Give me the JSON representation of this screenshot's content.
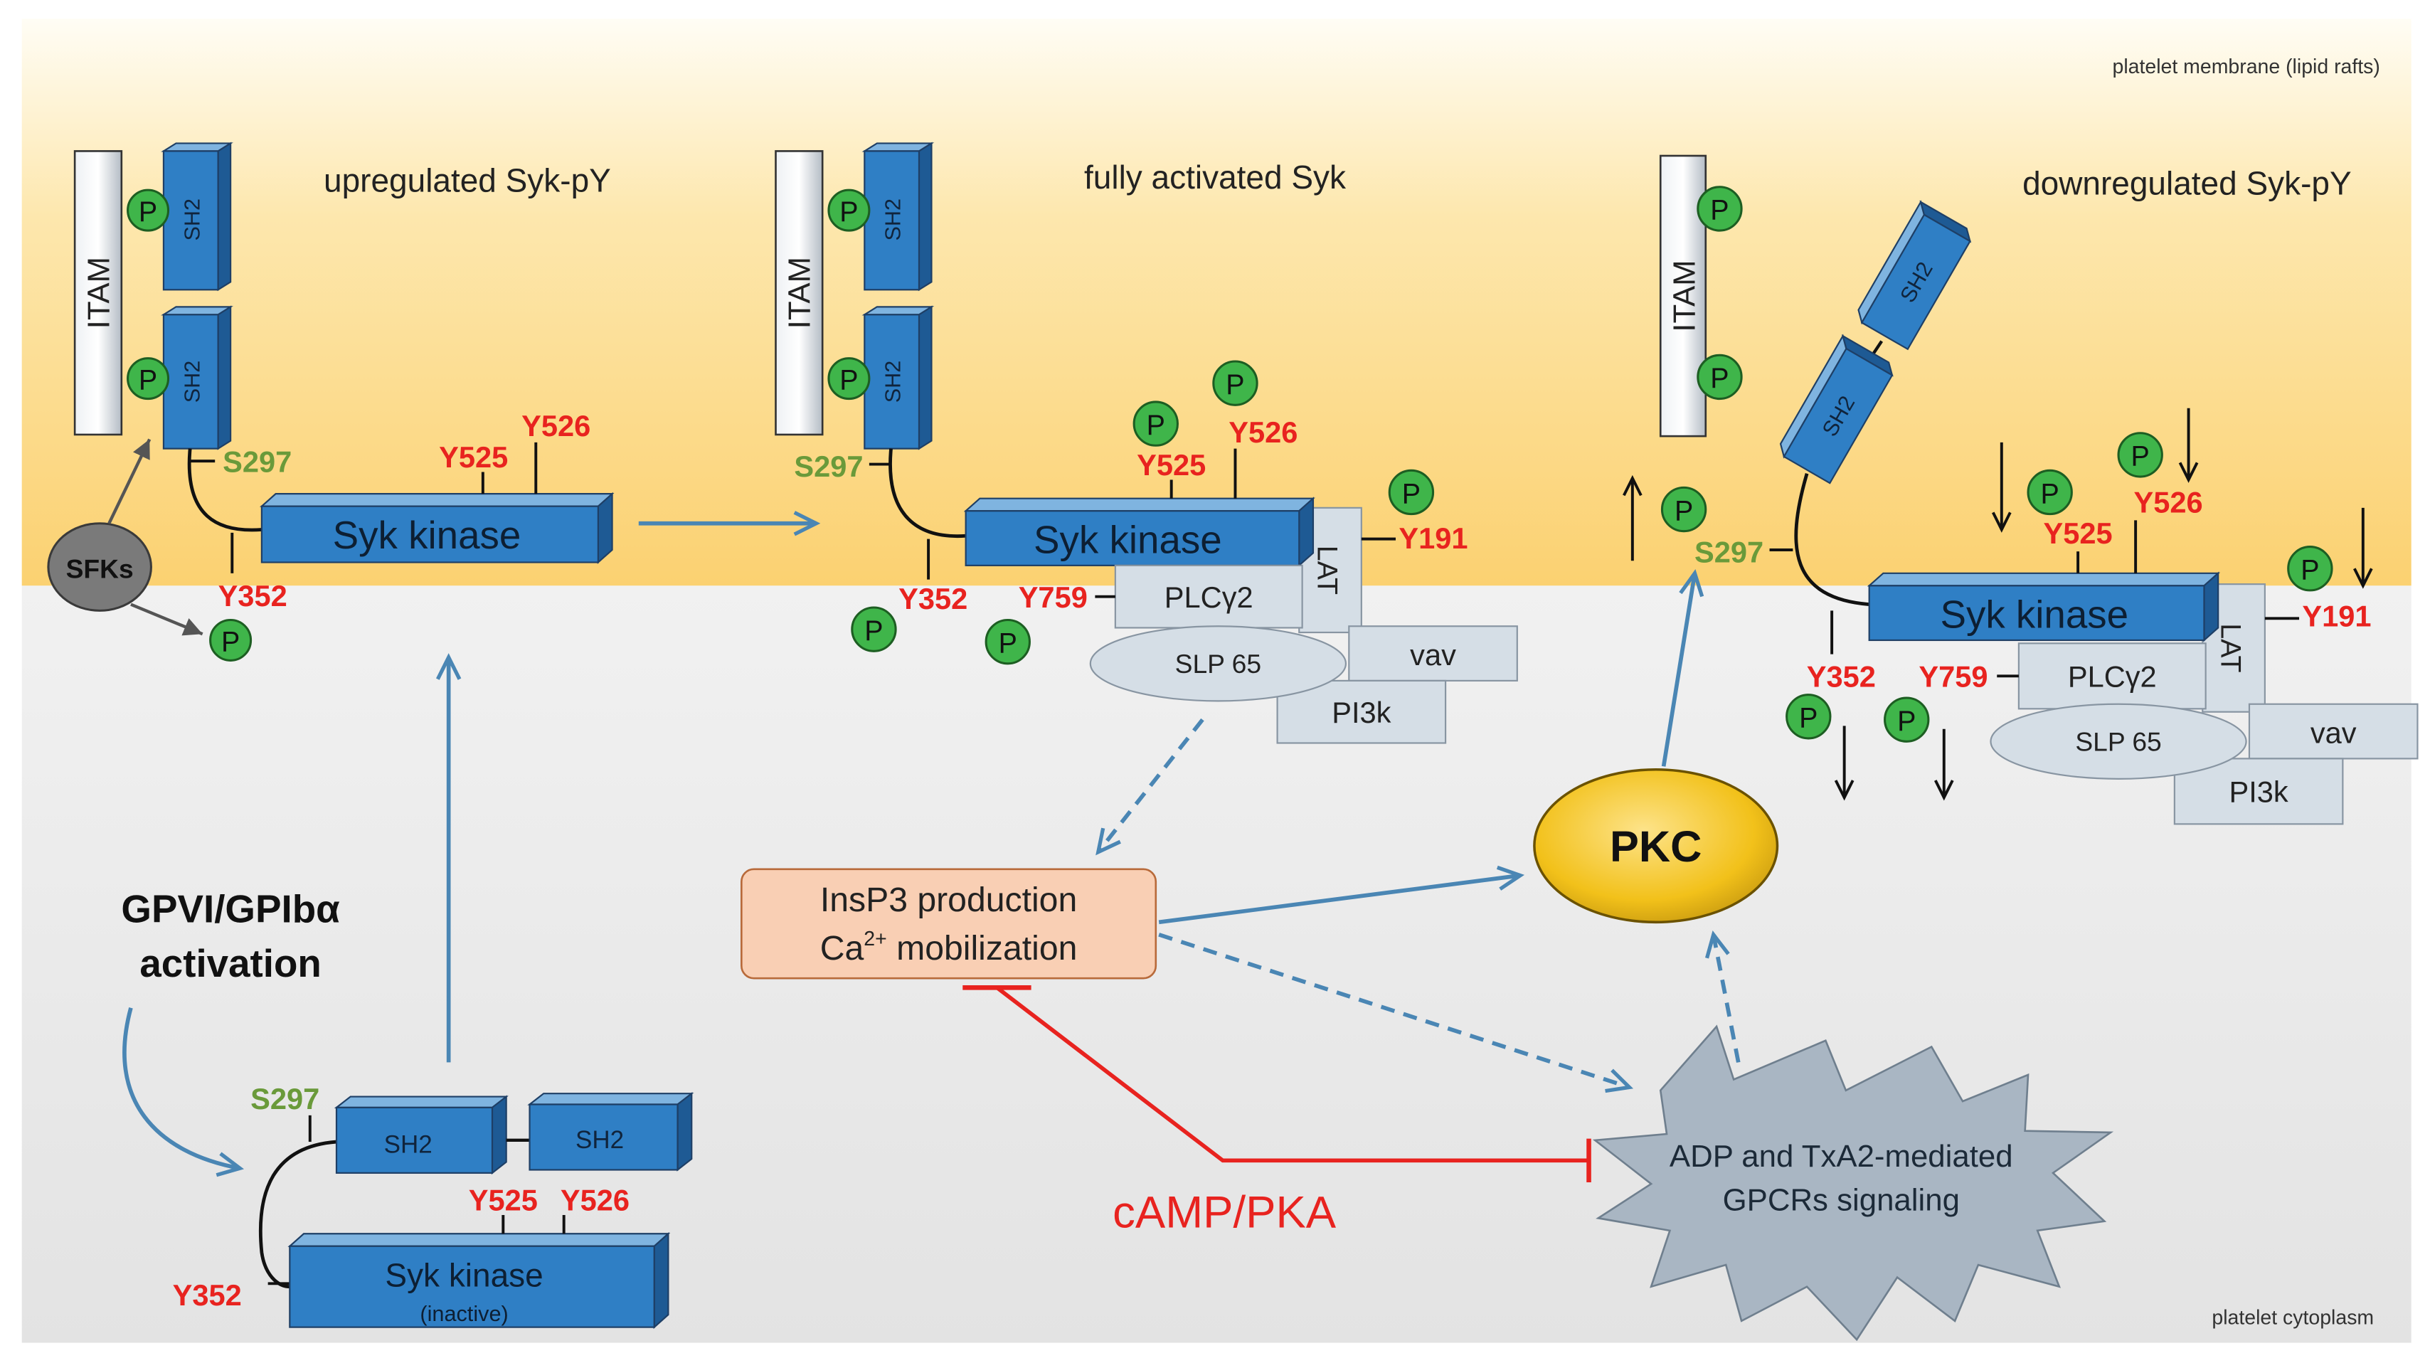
{
  "regions": {
    "membrane": "platelet membrane (lipid rafts)",
    "cytoplasm": "platelet cytoplasm"
  },
  "colors": {
    "arrow_blue": "#4a86b4",
    "inhibit_red": "#e8231f",
    "residue_red": "#e8231f",
    "residue_green": "#6a9a3a",
    "syk_blue": "#2f7fc5",
    "phospho_green": "#3fb54a",
    "box_grey": "#d5dee6",
    "insp3_fill": "#f9cfb4",
    "pkc_gold": "#f3c51e",
    "membrane_yellow": "#fbd474"
  },
  "panels": {
    "upregulated": {
      "title": "upregulated Syk-pY",
      "itam": "ITAM",
      "sh2": "SH2",
      "kinase": "Syk kinase",
      "sfks": "SFKs",
      "p": "P",
      "residues": {
        "s297": "S297",
        "y352": "Y352",
        "y525": "Y525",
        "y526": "Y526"
      }
    },
    "fully_activated": {
      "title": "fully activated Syk",
      "itam": "ITAM",
      "sh2": "SH2",
      "kinase": "Syk kinase",
      "p": "P",
      "residues": {
        "s297": "S297",
        "y352": "Y352",
        "y525": "Y525",
        "y526": "Y526",
        "y759": "Y759",
        "y191": "Y191"
      },
      "partners": {
        "plcg2": "PLCγ2",
        "lat": "LAT",
        "slp65": "SLP 65",
        "vav": "vav",
        "pi3k": "PI3k"
      }
    },
    "downregulated": {
      "title": "downregulated Syk-pY",
      "itam": "ITAM",
      "sh2": "SH2",
      "kinase": "Syk kinase",
      "p": "P",
      "residues": {
        "s297": "S297",
        "y352": "Y352",
        "y525": "Y525",
        "y526": "Y526",
        "y759": "Y759",
        "y191": "Y191"
      },
      "partners": {
        "plcg2": "PLCγ2",
        "lat": "LAT",
        "slp65": "SLP 65",
        "vav": "vav",
        "pi3k": "PI3k"
      }
    },
    "inactive": {
      "sh2": "SH2",
      "kinase": "Syk kinase",
      "kinase_sub": "(inactive)",
      "residues": {
        "s297": "S297",
        "y352": "Y352",
        "y525": "Y525",
        "y526": "Y526"
      }
    }
  },
  "activation": {
    "line1": "GPVI/GPIbα",
    "line2": "activation"
  },
  "insp3_box": {
    "line1": "InsP3 production",
    "line2_main": "Ca",
    "line2_sup": "2+",
    "line2_rest": " mobilization"
  },
  "pkc": "PKC",
  "gpcr": {
    "line1": "ADP and TxA2-mediated",
    "line2": "GPCRs signaling"
  },
  "camp_pka": "cAMP/PKA"
}
